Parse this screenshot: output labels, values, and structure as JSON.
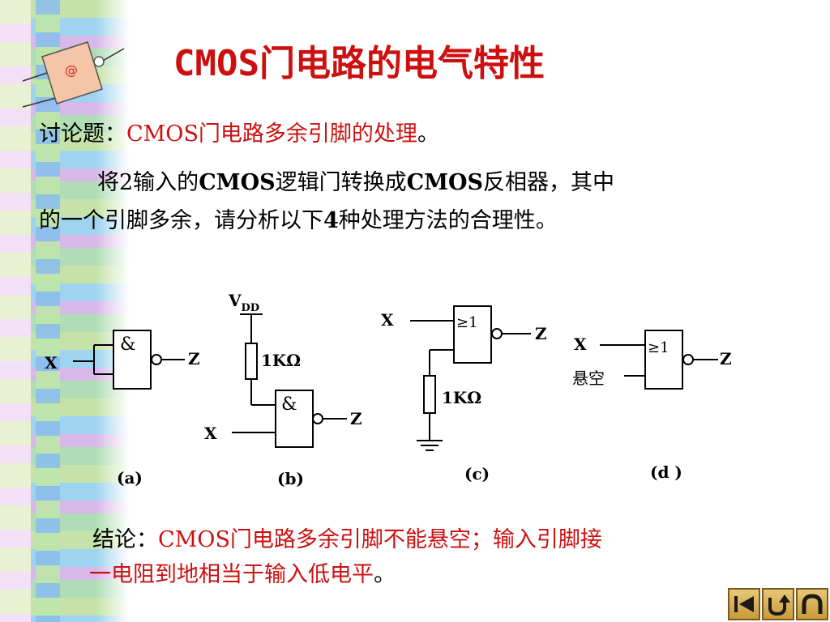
{
  "slide": {
    "title": "CMOS门电路的电气特性",
    "logo_text": "@",
    "discussion": {
      "label": "讨论题：",
      "topic": "CMOS门电路多余引脚的处理",
      "topic_end": "。"
    },
    "problem": {
      "line1_a": "将2输入的",
      "line1_b": "CMOS",
      "line1_c": "逻辑门转换成",
      "line1_d": "CMOS",
      "line1_e": "反相器，其中",
      "line2_a": "的一个引脚多余，请分析以下",
      "line2_b": "4",
      "line2_c": "种处理方法的合理性。"
    },
    "circuits": {
      "a": {
        "gate": "&",
        "input": "X",
        "output": "Z",
        "caption": "(a)"
      },
      "b": {
        "supply": "V",
        "supply_sub": "DD",
        "resistor": "1KΩ",
        "gate": "&",
        "input": "X",
        "output": "Z",
        "caption": "(b)"
      },
      "c": {
        "gate": "≥1",
        "input": "X",
        "output": "Z",
        "resistor": "1KΩ",
        "caption": "(c)"
      },
      "d": {
        "gate": "≥1",
        "input": "X",
        "float_label": "悬空",
        "output": "Z",
        "caption": "(d )"
      }
    },
    "conclusion": {
      "label": "结论：",
      "line1": "CMOS门电路多余引脚不能悬空；输入引脚接",
      "line2": "一电阻到地相当于输入低电平",
      "line2_end": "。"
    }
  },
  "navigation": {
    "buttons": [
      {
        "name": "first",
        "icon": "first-slide-icon"
      },
      {
        "name": "return",
        "icon": "return-icon"
      },
      {
        "name": "up",
        "icon": "up-arch-icon"
      }
    ]
  },
  "colors": {
    "accent_red": "#cc1010",
    "text": "#000000"
  }
}
